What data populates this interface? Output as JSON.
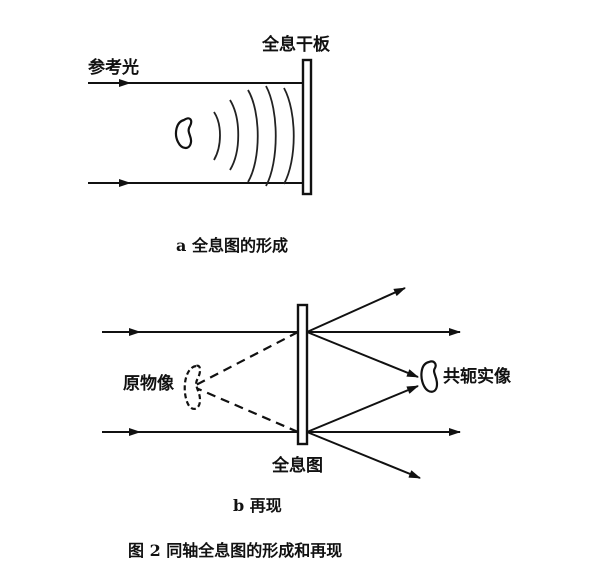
{
  "panel_a": {
    "plate_label": "全息干板",
    "reference_label": "参考光",
    "caption": "a  全息图的形成"
  },
  "panel_b": {
    "original_label": "原物像",
    "conjugate_label": "共轭实像",
    "hologram_label": "全息图",
    "caption": "b  再现"
  },
  "figure_caption": "图 2    同轴全息图的形成和再现"
}
